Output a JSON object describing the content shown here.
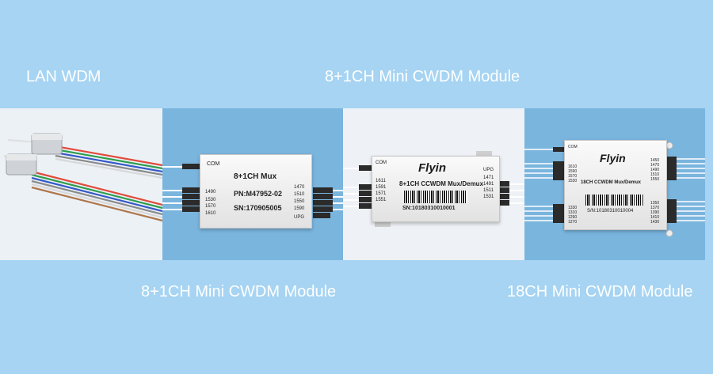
{
  "captions": {
    "lan_wdm": "LAN WDM",
    "top": "8+1CH Mini CWDM Module",
    "bottom_left": "8+1CH Mini CWDM Module",
    "bottom_right": "18CH Mini CWDM Module"
  },
  "module1": {
    "com": "COM",
    "title": "8+1CH Mux",
    "pn": "PN:M47952-02",
    "sn": "SN:170905005",
    "left_channels": [
      "1490",
      "1530",
      "1570",
      "1610"
    ],
    "right_channels": [
      "1470",
      "1510",
      "1550",
      "1590"
    ],
    "upg": "UPG"
  },
  "module2": {
    "com": "COM",
    "brand": "Flyin",
    "title": "8+1CH CCWDM Mux/Demux",
    "sn": "SN:10180310010001",
    "left_channels": [
      "1611",
      "1591",
      "1571",
      "1551"
    ],
    "right_channels": [
      "1471",
      "1491",
      "1511",
      "1531"
    ],
    "upg": "UPG"
  },
  "module3": {
    "com": "COM",
    "brand": "Flyin",
    "title": "18CH CCWDM Mux/Demux",
    "sn": "S/N:10180310010004",
    "left_top": [
      "1610",
      "1590",
      "1570",
      "1530"
    ],
    "left_bottom": [
      "1330",
      "1310",
      "1290",
      "1270"
    ],
    "right_top": [
      "1450",
      "1470",
      "1490",
      "1510",
      "1550"
    ],
    "right_bottom": [
      "1350",
      "1370",
      "1390",
      "1410",
      "1430"
    ]
  }
}
